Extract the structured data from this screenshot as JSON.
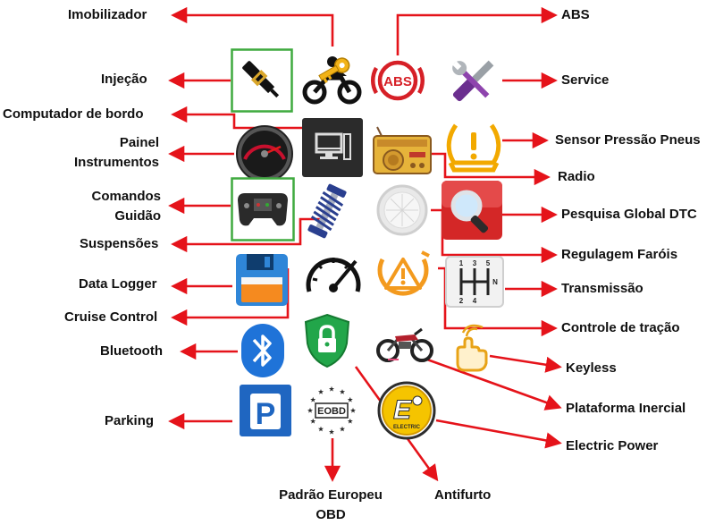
{
  "labels": {
    "imobilizador": "Imobilizador",
    "abs": "ABS",
    "injecao": "Injeção",
    "service": "Service",
    "computador": "Computador de bordo",
    "painel_l1": "Painel",
    "painel_l2": "Instrumentos",
    "sensor": "Sensor Pressão Pneus",
    "radio": "Radio",
    "comandos_l1": "Comandos",
    "comandos_l2": "Guidão",
    "pesquisa": "Pesquisa Global DTC",
    "suspensoes": "Suspensões",
    "regulagem": "Regulagem Faróis",
    "datalogger": "Data Logger",
    "transmissao": "Transmissão",
    "cruise": "Cruise Control",
    "controle": "Controle de tração",
    "bluetooth": "Bluetooth",
    "keyless": "Keyless",
    "plataforma": "Plataforma Inercial",
    "parking": "Parking",
    "electric": "Electric Power",
    "padrao_l1": "Padrão Europeu",
    "padrao_l2": "OBD",
    "antifurto": "Antifurto"
  },
  "icons": {
    "abs_text": "ABS",
    "parking_text": "P",
    "eobd_text": "EOBD",
    "electric_text": "E",
    "electric_sub": "ELECTRIC",
    "gear_1": "1",
    "gear_3": "3",
    "gear_5": "5",
    "gear_2": "2",
    "gear_4": "4",
    "gear_n": "N"
  },
  "colors": {
    "arrow": "#e5131a",
    "green_frame": "#3faa3f",
    "abs_red": "#d62027",
    "tpms_orange": "#f2a900",
    "traction_orange": "#f39a1e",
    "bluetooth_blue": "#1f73d8",
    "parking_blue": "#1f66c1",
    "shield_green": "#22a64a"
  }
}
